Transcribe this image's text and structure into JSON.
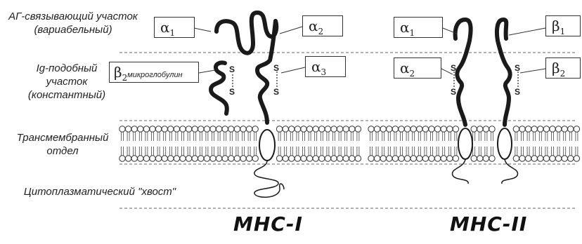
{
  "regions": {
    "ag_binding": [
      "АГ-связывающий участок",
      "(вариабельный)"
    ],
    "ig_like": [
      "Ig-подобный",
      "участок",
      "(константный)"
    ],
    "transmembrane": [
      "Трансмембранный",
      "отдел"
    ],
    "cytoplasmic": "Цитоплазматический \"хвост\""
  },
  "callouts": {
    "mhc1_a1": {
      "symbol": "α",
      "sub": "1"
    },
    "mhc1_a2": {
      "symbol": "α",
      "sub": "2"
    },
    "mhc1_a3": {
      "symbol": "α",
      "sub": "3"
    },
    "mhc1_b2m": {
      "symbol": "β",
      "sub": "2",
      "extra": "микроглобулин"
    },
    "mhc2_a1": {
      "symbol": "α",
      "sub": "1"
    },
    "mhc2_a2": {
      "symbol": "α",
      "sub": "2"
    },
    "mhc2_b1": {
      "symbol": "β",
      "sub": "1"
    },
    "mhc2_b2": {
      "symbol": "β",
      "sub": "2"
    }
  },
  "disulfide_label": "S",
  "titles": {
    "mhc1": "MHC-I",
    "mhc2": "MHC-II"
  }
}
